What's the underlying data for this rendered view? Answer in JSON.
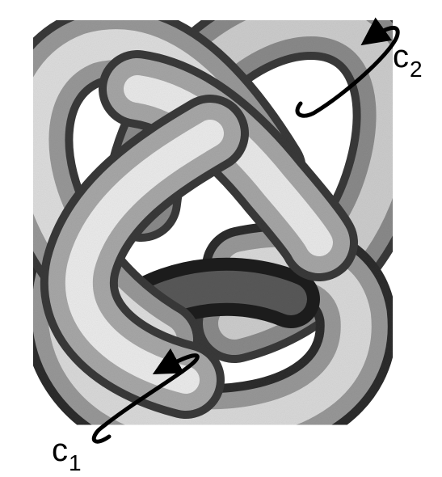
{
  "figure": {
    "subject": "trefoil-knot-tube",
    "colors": {
      "tube_light": "#e6e6e6",
      "tube_mid": "#a6a6a6",
      "tube_dark": "#3a3a3a",
      "curve": "#000000",
      "background": "#ffffff"
    }
  },
  "labels": {
    "c2": {
      "main": "c",
      "sub": "2"
    },
    "c1": {
      "main": "c",
      "sub": "1"
    }
  }
}
